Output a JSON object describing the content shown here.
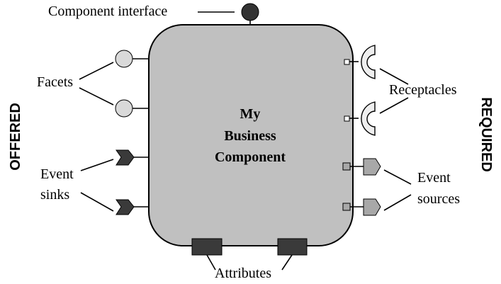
{
  "title": [
    "My",
    "Business",
    "Component"
  ],
  "labels": {
    "component_interface": "Component interface",
    "facets": "Facets",
    "event_sinks": [
      "Event",
      "sinks"
    ],
    "receptacles": "Receptacles",
    "event_sources": [
      "Event",
      "sources"
    ],
    "attributes": "Attributes",
    "offered": "OFFERED",
    "required": "REQUIRED"
  },
  "colors": {
    "body": "#c0c0c0",
    "facet": "#d9d9d9",
    "receptacle": "#eeeeee",
    "sink": "#3a3a3a",
    "source": "#a8a8a8",
    "attribute": "#3a3a3a",
    "interface": "#333333"
  }
}
